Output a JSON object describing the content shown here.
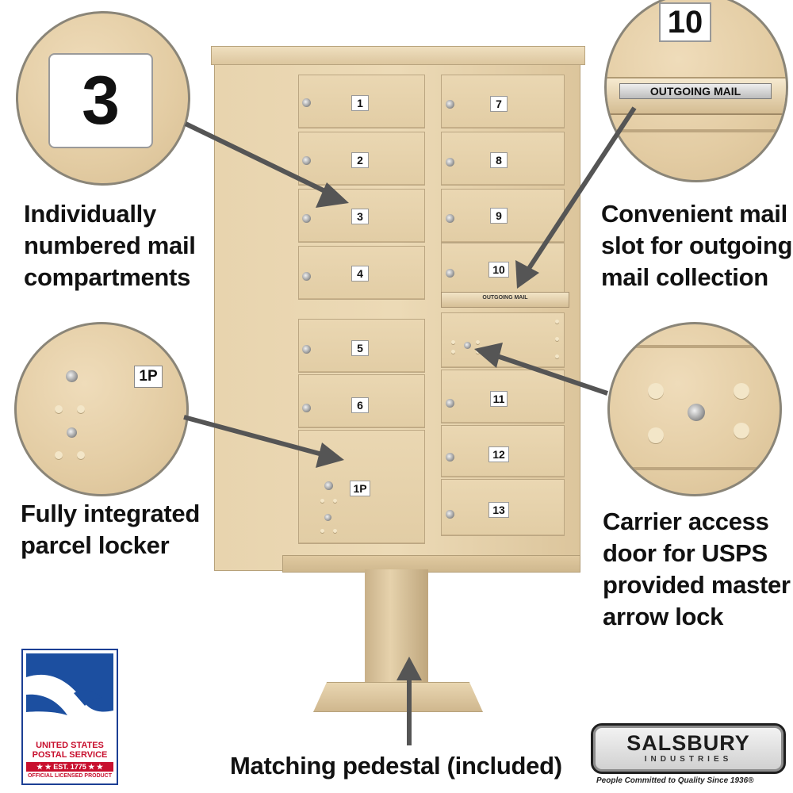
{
  "callouts": {
    "top_left": [
      "Individually",
      "numbered mail",
      "compartments"
    ],
    "top_right": [
      "Convenient mail",
      "slot for outgoing",
      "mail collection"
    ],
    "mid_left": [
      "Fully integrated",
      "parcel locker"
    ],
    "mid_right": [
      "Carrier access",
      "door for USPS",
      "provided master",
      "arrow lock"
    ],
    "bottom": "Matching pedestal (included)"
  },
  "zoom": {
    "number_tag": "3",
    "top_number": "10",
    "outgoing_label": "OUTGOING MAIL",
    "parcel_tag": "1P"
  },
  "compartments": {
    "left": [
      "1",
      "2",
      "3",
      "4",
      "5",
      "6"
    ],
    "parcel": "1P",
    "right": [
      "7",
      "8",
      "9",
      "10",
      "11",
      "12",
      "13"
    ],
    "slot_label": "OUTGOING MAIL"
  },
  "logos": {
    "usps_name_line1": "UNITED STATES",
    "usps_name_line2": "POSTAL SERVICE",
    "usps_est": "★ ★ EST. 1775 ★ ★",
    "usps_official": "OFFICIAL LICENSED PRODUCT",
    "salsbury_name": "SALSBURY",
    "salsbury_sub": "INDUSTRIES",
    "salsbury_tagline": "People Committed to Quality Since 1936®"
  },
  "colors": {
    "cabinet": "#e6d2ac",
    "usps_blue": "#1c4fa0",
    "usps_red": "#c8102e",
    "arrow": "#555555"
  }
}
